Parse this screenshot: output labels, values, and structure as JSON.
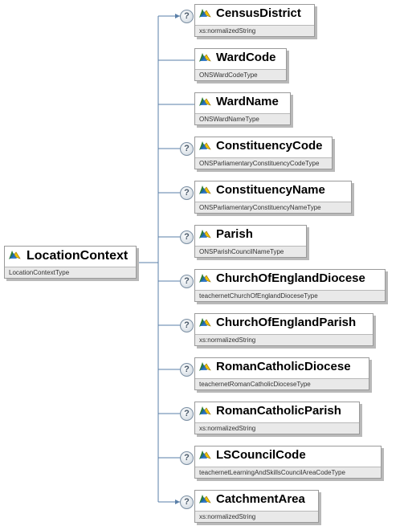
{
  "root": {
    "name": "LocationContext",
    "type": "LocationContextType"
  },
  "elements": [
    {
      "name": "CensusDistrict",
      "type": "xs:normalizedString",
      "optional": true
    },
    {
      "name": "WardCode",
      "type": "ONSWardCodeType",
      "optional": false
    },
    {
      "name": "WardName",
      "type": "ONSWardNameType",
      "optional": false
    },
    {
      "name": "ConstituencyCode",
      "type": "ONSParliamentaryConstituencyCodeType",
      "optional": true
    },
    {
      "name": "ConstituencyName",
      "type": "ONSParliamentaryConstituencyNameType",
      "optional": true
    },
    {
      "name": "Parish",
      "type": "ONSParishCouncilNameType",
      "optional": true
    },
    {
      "name": "ChurchOfEnglandDiocese",
      "type": "teachernetChurchOfEnglandDioceseType",
      "optional": true
    },
    {
      "name": "ChurchOfEnglandParish",
      "type": "xs:normalizedString",
      "optional": true
    },
    {
      "name": "RomanCatholicDiocese",
      "type": "teachernetRomanCatholicDioceseType",
      "optional": true
    },
    {
      "name": "RomanCatholicParish",
      "type": "xs:normalizedString",
      "optional": true
    },
    {
      "name": "LSCouncilCode",
      "type": "teachernetLearningAndSkillsCouncilAreaCodeType",
      "optional": true
    },
    {
      "name": "CatchmentArea",
      "type": "xs:normalizedString",
      "optional": true
    }
  ],
  "optional_marker": "?",
  "colors": {
    "connector": "#5a7fa8",
    "box_border": "#9a9a9a",
    "type_bar": "#e9e9e9"
  },
  "icon": "element-icon"
}
